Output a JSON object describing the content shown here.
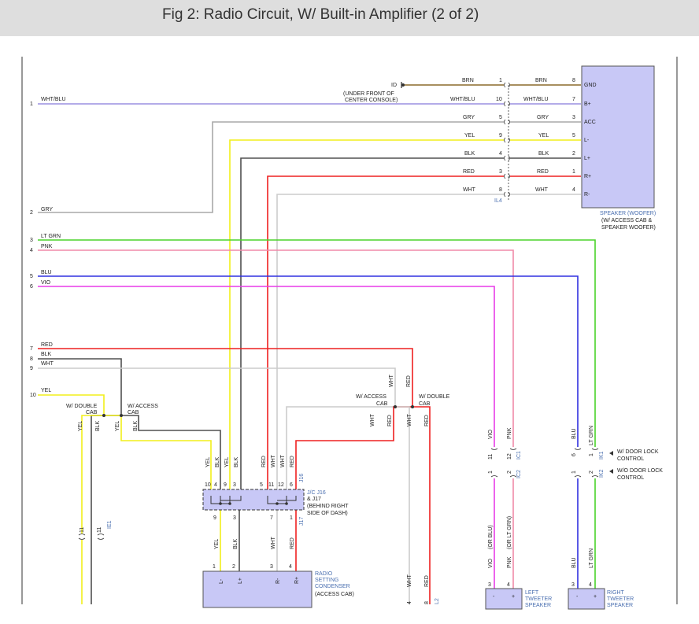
{
  "title": "Fig 2: Radio Circuit, W/ Built-in Amplifier (2 of 2)",
  "left_wires": [
    {
      "pin": "1",
      "color": "WHT/BLU"
    },
    {
      "pin": "2",
      "color": "GRY"
    },
    {
      "pin": "3",
      "color": "LT GRN"
    },
    {
      "pin": "4",
      "color": "PNK"
    },
    {
      "pin": "5",
      "color": "BLU"
    },
    {
      "pin": "6",
      "color": "VIO"
    },
    {
      "pin": "7",
      "color": "RED"
    },
    {
      "pin": "8",
      "color": "BLK"
    },
    {
      "pin": "9",
      "color": "WHT"
    },
    {
      "pin": "10",
      "color": "YEL"
    }
  ],
  "ground": {
    "label": "ID",
    "note_line1": "(UNDER FRONT OF",
    "note_line2": "CENTER CONSOLE)"
  },
  "connector_il4": {
    "id": "IL4",
    "rows": [
      {
        "lcolor": "BRN",
        "lpin": "1",
        "rcolor": "BRN",
        "rpin": "8",
        "term": "GND"
      },
      {
        "lcolor": "WHT/BLU",
        "lpin": "10",
        "rcolor": "WHT/BLU",
        "rpin": "7",
        "term": "B+"
      },
      {
        "lcolor": "GRY",
        "lpin": "5",
        "rcolor": "GRY",
        "rpin": "3",
        "term": "ACC"
      },
      {
        "lcolor": "YEL",
        "lpin": "9",
        "rcolor": "YEL",
        "rpin": "5",
        "term": "L-"
      },
      {
        "lcolor": "BLK",
        "lpin": "4",
        "rcolor": "BLK",
        "rpin": "2",
        "term": "L+"
      },
      {
        "lcolor": "RED",
        "lpin": "3",
        "rcolor": "RED",
        "rpin": "1",
        "term": "R+"
      },
      {
        "lcolor": "WHT",
        "lpin": "8",
        "rcolor": "WHT",
        "rpin": "4",
        "term": "R-"
      }
    ]
  },
  "speaker_woofer": {
    "line1": "SPEAKER (WOOFER)",
    "line2": "(W/ ACCESS CAB &",
    "line3": "SPEAKER WOOFER)"
  },
  "splice_left": {
    "a_line1": "W/ DOUBLE",
    "a_line2": "CAB",
    "b_line1": "W/ ACCESS",
    "b_line2": "CAB"
  },
  "splice_right": {
    "a_line1": "W/ ACCESS",
    "a_line2": "CAB",
    "b_line1": "W/ DOUBLE",
    "b_line2": "CAB"
  },
  "vertical_labels": {
    "yel": "YEL",
    "blk": "BLK",
    "red": "RED",
    "wht": "WHT",
    "vio": "VIO",
    "pnk": "PNK",
    "blu": "BLU",
    "ltgrn": "LT GRN",
    "or_blu": "(OR BLU)",
    "or_ltgrn": "(OR LT GRN)"
  },
  "jc": {
    "line1": "J/C J16",
    "line2": "& J17",
    "line3": "(BEHIND RIGHT",
    "line4": "SIDE OF DASH)",
    "j16": "J16",
    "j17": "J17",
    "top_pins": [
      "10",
      "4",
      "9",
      "3",
      "5",
      "11",
      "12",
      "6"
    ],
    "bottom_pins": [
      "9",
      "3",
      "7",
      "1"
    ]
  },
  "ie1": {
    "id": "IE1",
    "pin": "11"
  },
  "ic1": {
    "id": "IC1",
    "pin_vio": "11",
    "pin_pnk": "12"
  },
  "ic2": {
    "id": "IC2",
    "pin_vio": "1",
    "pin_pnk": "2"
  },
  "ik1": {
    "id": "IK1",
    "pin_blu": "6",
    "pin_grn": "1",
    "line1": "W/ DOOR LOCK",
    "line2": "CONTROL"
  },
  "ik2": {
    "id": "IK2",
    "pin_blu": "1",
    "pin_grn": "2",
    "line1": "W/O DOOR LOCK",
    "line2": "CONTROL"
  },
  "l2": {
    "id": "L2",
    "pin_wht": "4",
    "pin_red": "8"
  },
  "condenser": {
    "line1": "RADIO",
    "line2": "SETTING",
    "line3": "CONDENSER",
    "line4": "(ACCESS CAB)",
    "terms": [
      "L-",
      "L+",
      "R-",
      "R+"
    ],
    "pins": [
      "1",
      "2",
      "3",
      "4"
    ]
  },
  "left_tweeter": {
    "line1": "LEFT",
    "line2": "TWEETER",
    "line3": "SPEAKER",
    "pins": [
      "3",
      "4"
    ],
    "minus": "-",
    "plus": "+"
  },
  "right_tweeter": {
    "line1": "RIGHT",
    "line2": "TWEETER",
    "line3": "SPEAKER",
    "pins": [
      "3",
      "4"
    ],
    "minus": "-",
    "plus": "+"
  },
  "colors": {
    "wht_blu": "#9a8fe0",
    "gry": "#a8a8a8",
    "yel": "#f2ef1a",
    "blk": "#505050",
    "red": "#ee2020",
    "wht": "#cccccc",
    "brn": "#8a6a2a",
    "ltgrn": "#4ad42a",
    "pnk": "#f08aa8",
    "blu": "#3030e0",
    "vio": "#e83ce8",
    "component_fill": "#c8c8f6",
    "title_bg": "#dedede"
  }
}
